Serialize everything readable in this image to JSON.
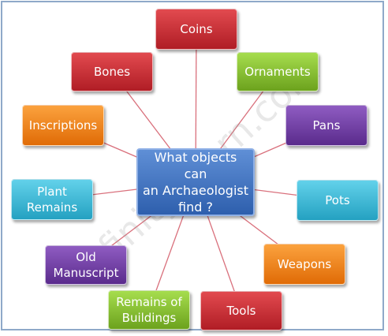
{
  "center": {
    "label": "What objects can\nan Archaeologist\nfind ?",
    "color": "#3a6fc0"
  },
  "nodes": [
    {
      "id": "coins",
      "label": "Coins",
      "color": "red"
    },
    {
      "id": "ornaments",
      "label": "Ornaments",
      "color": "green"
    },
    {
      "id": "pans",
      "label": "Pans",
      "color": "purple"
    },
    {
      "id": "pots",
      "label": "Pots",
      "color": "teal"
    },
    {
      "id": "weapons",
      "label": "Weapons",
      "color": "orange"
    },
    {
      "id": "tools",
      "label": "Tools",
      "color": "red"
    },
    {
      "id": "remains-of-buildings",
      "label": "Remains of\nBuildings",
      "color": "green"
    },
    {
      "id": "old-manuscript",
      "label": "Old\nManuscript",
      "color": "purple"
    },
    {
      "id": "plant-remains",
      "label": "Plant\nRemains",
      "color": "teal"
    },
    {
      "id": "inscriptions",
      "label": "Inscriptions",
      "color": "orange"
    },
    {
      "id": "bones",
      "label": "Bones",
      "color": "red"
    }
  ],
  "line_color": "#d9707c",
  "watermark": "InfinityLearn.com"
}
